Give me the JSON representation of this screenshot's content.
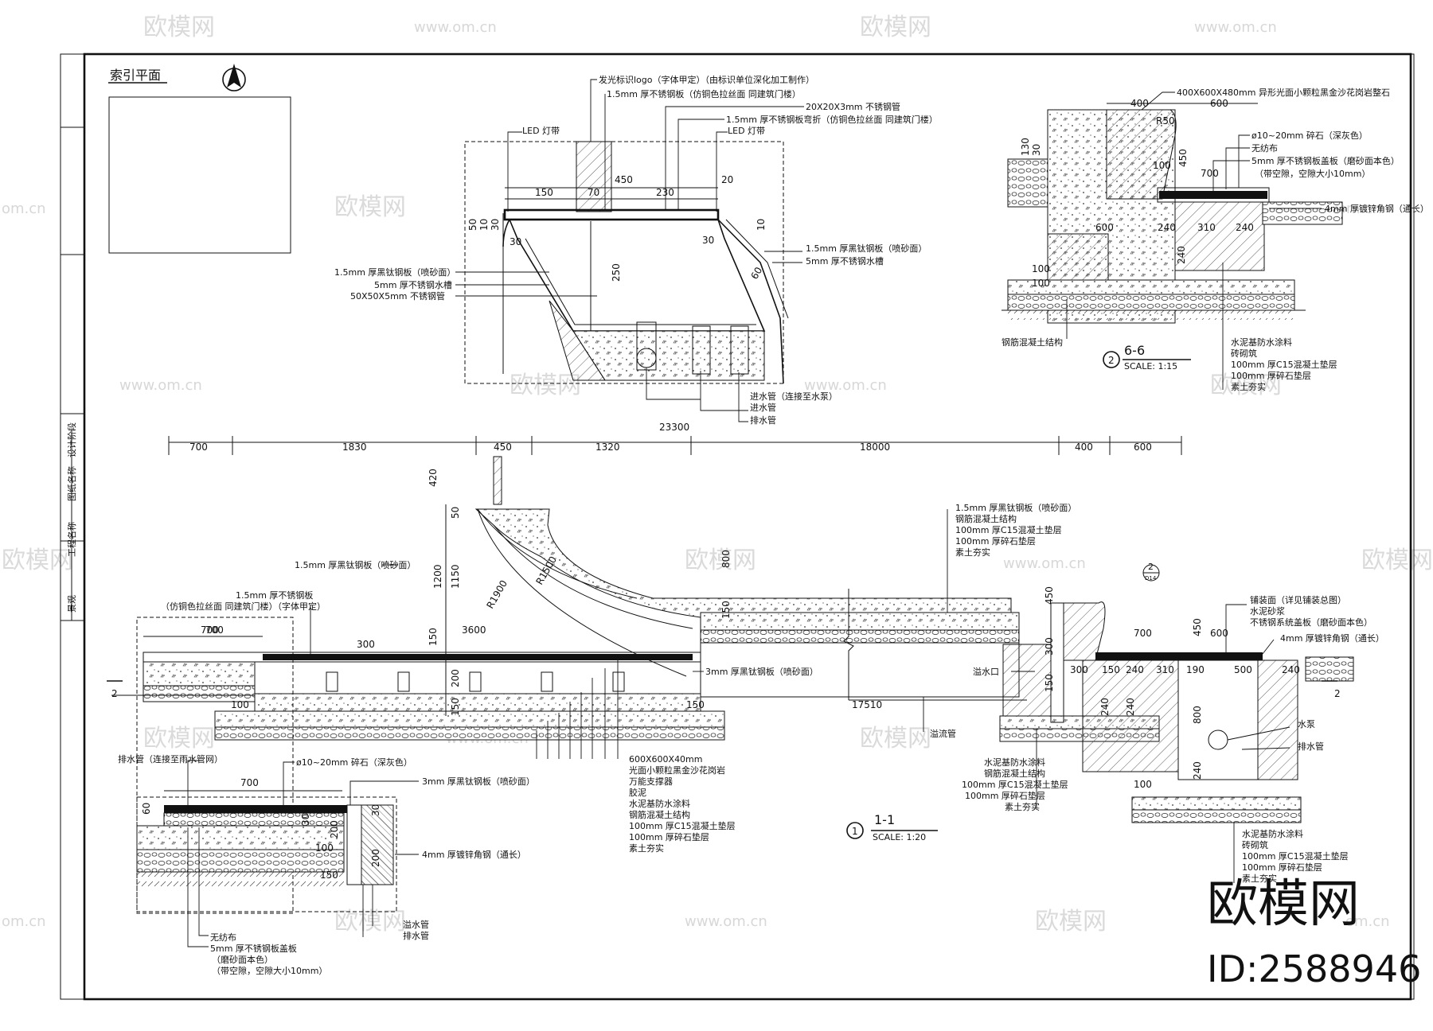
{
  "watermarks": {
    "logo": "欧模网",
    "url": "www.om.cn",
    "url_short": "om.cn",
    "brand": "欧模网",
    "id": "ID:2588946"
  },
  "index_plan": {
    "title": "索引平面"
  },
  "title_block": {
    "labels": [
      "景观",
      "工程名称",
      "图纸名称",
      "设计阶段"
    ]
  },
  "detail_top": {
    "labels": [
      "发光标识logo（字体甲定）（由标识单位深化加工制作）",
      "1.5mm 厚不锈钢板（仿铜色拉丝面 同建筑门楼）",
      "20X20X3mm 不锈钢管",
      "1.5mm 厚不锈钢板弯折（仿铜色拉丝面 同建筑门楼）",
      "LED 灯带",
      "LED 灯带",
      "1.5mm 厚黑钛钢板（喷砂面）",
      "5mm 厚不锈钢水槽",
      "1.5mm 厚黑钛钢板（喷砂面）",
      "5mm 厚不锈钢水槽",
      "50X50X5mm 不锈钢管",
      "进水管（连接至水泵）",
      "进水管",
      "排水管"
    ],
    "dims": [
      "150",
      "70",
      "450",
      "230",
      "20",
      "50",
      "10",
      "30",
      "30",
      "10",
      "250",
      "30",
      "60",
      "23300"
    ]
  },
  "detail_6": {
    "labels": [
      "400X600X480mm 异形光面小颗粒黑金沙花岗岩整石",
      "ø10~20mm 碎石（深灰色）",
      "无纺布",
      "5mm 厚不锈钢板盖板（磨砂面本色）",
      "（带空隙，空隙大小10mm）",
      "4mm 厚镀锌角钢（通长）",
      "钢筋混凝土结构",
      "水泥基防水涂料",
      "砖砌筑",
      "100mm 厚C15混凝土垫层",
      "100mm 厚碎石垫层",
      "素土夯实"
    ],
    "dims": [
      "400",
      "600",
      "R50",
      "450",
      "100",
      "700",
      "600",
      "240",
      "310",
      "240",
      "100",
      "240",
      "100",
      "130",
      "30"
    ],
    "section_no": "2",
    "section_name": "6-6",
    "scale": "SCALE:   1:15"
  },
  "section_1": {
    "top_dims": [
      "700",
      "1830",
      "450",
      "1320",
      "18000",
      "400",
      "600"
    ],
    "vert_dims": [
      "420",
      "50",
      "1200",
      "1150",
      "800",
      "450",
      "150",
      "150",
      "200",
      "150",
      "100",
      "150",
      "450",
      "800",
      "240",
      "240",
      "100",
      "300",
      "150"
    ],
    "misc_dims": [
      "R1900",
      "R1500",
      "3600",
      "700",
      "300",
      "17510",
      "700",
      "600",
      "240",
      "310",
      "190",
      "500",
      "240",
      "300",
      "150",
      "240"
    ],
    "labels_left": [
      "1.5mm 厚黑钛钢板（喷砂面）",
      "1.5mm 厚不锈钢板",
      "（仿铜色拉丝面 同建筑门楼）（字体甲定）",
      "3mm 厚黑钛钢板（喷砂面）"
    ],
    "labels_mid": [
      "600X600X40mm",
      "光面小颗粒黑金沙花岗岩",
      "万能支撑器",
      "胶泥",
      "水泥基防水涂料",
      "钢筋混凝土结构",
      "100mm 厚C15混凝土垫层",
      "100mm 厚碎石垫层",
      "素土夯实"
    ],
    "labels_right_top": [
      "1.5mm 厚黑钛钢板（喷砂面）",
      "钢筋混凝土结构",
      "100mm 厚C15混凝土垫层",
      "100mm 厚碎石垫层",
      "素土夯实"
    ],
    "labels_right": [
      "铺装面（详见铺装总图）",
      "水泥砂浆",
      "不锈钢系统盖板（磨砂面本色）",
      "4mm 厚镀锌角钢（通长）",
      "水泵",
      "排水管",
      "溢水口",
      "溢流管",
      "水泥基防水涂料",
      "钢筋混凝土结构",
      "100mm 厚C15混凝土垫层",
      "100mm 厚碎石垫层",
      "素土夯实",
      "水泥基防水涂料",
      "砖砌筑",
      "100mm 厚C15混凝土垫层",
      "100mm 厚碎石垫层",
      "素土夯实"
    ],
    "callout": "2",
    "callout_sub": "D14",
    "cut_mark": "2",
    "section_no": "1",
    "section_name": "1-1",
    "scale": "SCALE:   1:20"
  },
  "detail_bl": {
    "labels": [
      "ø10~20mm 碎石（深灰色）",
      "3mm 厚黑钛钢板（喷砂面）",
      "4mm 厚镀锌角钢（通长）",
      "排水管（连接至雨水管网）",
      "无纺布",
      "5mm 厚不锈钢板盖板",
      "（磨砂面本色）",
      "（带空隙，空隙大小10mm）",
      "溢水管",
      "排水管"
    ],
    "dims": [
      "700",
      "700",
      "60",
      "30",
      "200",
      "100",
      "200",
      "150",
      "30"
    ]
  },
  "colors": {
    "line": "#111111",
    "watermark": "#bdbdbd",
    "paper": "#ffffff"
  }
}
